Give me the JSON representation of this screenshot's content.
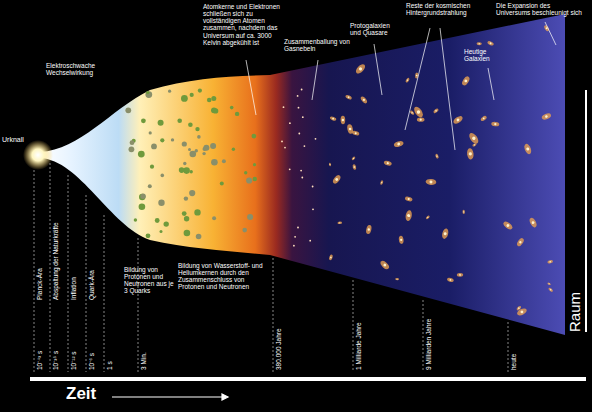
{
  "diagram": {
    "labels": [
      "Urknall",
      "Planck-Ära",
      "Elektroschwache Wechselwirkung",
      "Abspaltung der Naturkräfte",
      "Inflation",
      "Quark-Ära",
      "Bildung von Protonen und Neutronen aus je 3 Quarks",
      "Bildung von Wasserstoff- und Heliumkernen durch den Zusammenschluss von Protonen und Neutronen",
      "Atomkerne und Elektronen schließen sich zu vollständigen Atomen zusammen, nachdem das Universum auf ca. 3000 Kelvin abgekühlt ist",
      "Zusammenballung von Gasnebeln",
      "Protogalaxien und Quasare",
      "Reste der kosmischen Hintergrundstrahlung",
      "Die Expansion des Universums beschleunigt sich",
      "Heutige Galaxien",
      "10⁻⁴³ s",
      "10⁻³⁵ s",
      "10⁻¹² s",
      "10⁻⁶ s",
      "1 s",
      "3 Min.",
      "380.000 Jahre",
      "1 Milliarde Jahre",
      "9 Milliarden Jahre",
      "heute",
      "Raum",
      "Zeit"
    ]
  }
}
